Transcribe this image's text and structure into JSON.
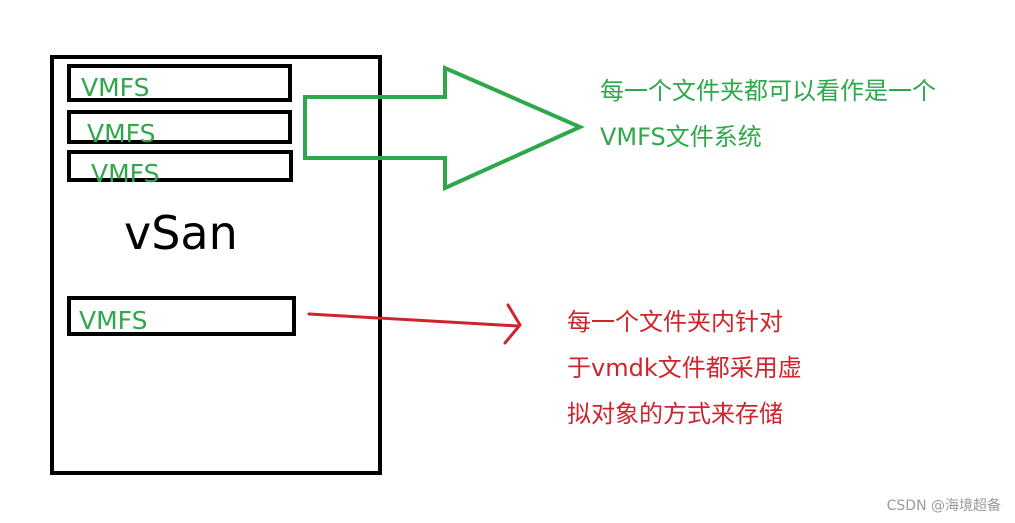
{
  "diagram": {
    "container_label": "vSan",
    "vmfs_boxes": [
      "VMFS",
      "VMFS",
      "VMFS",
      "VMFS"
    ],
    "green_note": {
      "lines": [
        "每一个文件夹都可以看作是一个",
        "VMFS文件系统"
      ],
      "color": "#2ea84a"
    },
    "red_note": {
      "lines": [
        "每一个文件夹内针对",
        "于vmdk文件都采用虚",
        "拟对象的方式来存储"
      ],
      "color": "#d0242d"
    },
    "watermark": "CSDN @海境超备"
  }
}
